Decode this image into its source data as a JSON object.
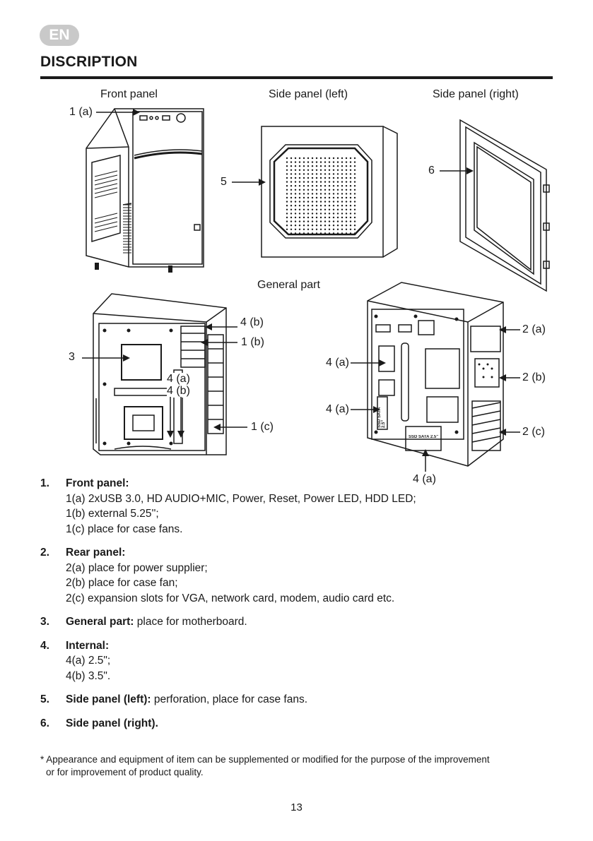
{
  "header": {
    "lang": "EN",
    "title": "DISCRIPTION"
  },
  "figures": {
    "front_panel": {
      "caption": "Front panel",
      "callout": "1 (a)"
    },
    "side_left": {
      "caption": "Side panel (left)",
      "callout": "5"
    },
    "side_right": {
      "caption": "Side panel (right)",
      "callout": "6"
    },
    "general_caption": "General part",
    "general_left": {
      "c3": "3",
      "c4b_top": "4 (b)",
      "c1b": "1 (b)",
      "c4a_mid": "4 (a)",
      "c4b_mid": "4 (b)",
      "c1c": "1 (c)"
    },
    "general_right": {
      "c4a_1": "4 (a)",
      "c4a_2": "4 (a)",
      "c4a_3": "4 (a)",
      "c2a": "2 (a)",
      "c2b": "2 (b)",
      "c2c": "2 (c)",
      "ssd_label_1": "SSD SATA 2.5\"",
      "ssd_label_2": "SSD SATA 2.5\""
    }
  },
  "list": [
    {
      "num": "1.",
      "title": "Front panel:",
      "text": "",
      "subs": [
        "1(a) 2xUSB 3.0, HD AUDIO+MIC, Power, Reset, Power LED, HDD LED;",
        "1(b) external 5.25'';",
        "1(c) place for case fans."
      ]
    },
    {
      "num": "2.",
      "title": "Rear panel:",
      "text": "",
      "subs": [
        "2(a) place for power supplier;",
        "2(b) place for case fan;",
        "2(c) expansion slots for VGA, network card, modem, audio card etc."
      ]
    },
    {
      "num": "3.",
      "title": "General part:",
      "text": " place for motherboard.",
      "subs": []
    },
    {
      "num": "4.",
      "title": "Internal:",
      "text": "",
      "subs": [
        "4(a) 2.5\";",
        "4(b) 3.5\"."
      ]
    },
    {
      "num": "5.",
      "title": "Side panel (left):",
      "text": " perforation, place for case fans.",
      "subs": []
    },
    {
      "num": "6.",
      "title": "Side panel (right).",
      "text": "",
      "subs": []
    }
  ],
  "note": {
    "line1": "* Appearance and equipment of item can be supplemented or modified for the purpose of the improvement",
    "line2": "or for improvement of product quality."
  },
  "page_number": "13"
}
